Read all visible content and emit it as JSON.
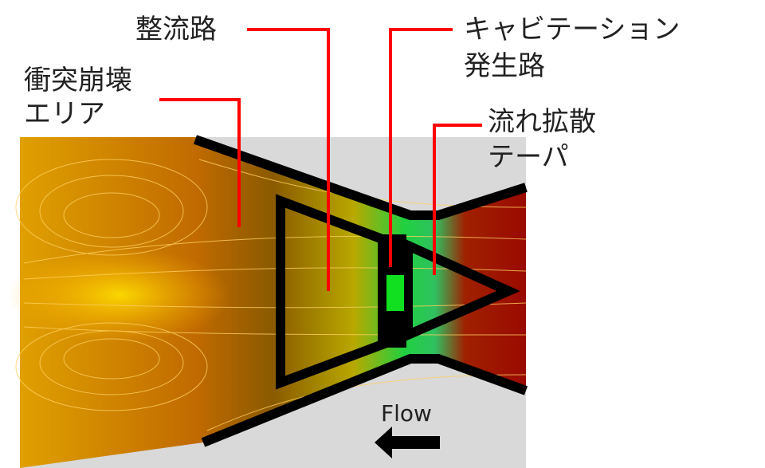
{
  "labels": {
    "rectifier": "整流路",
    "collision_line1": "衝突崩壊",
    "collision_line2": "エリア",
    "cavitation_line1": "キャビテーション",
    "cavitation_line2": "発生路",
    "taper_line1": "流れ拡散",
    "taper_line2": "テーパ"
  },
  "flow": {
    "label": "Flow",
    "direction": "left"
  },
  "colors": {
    "leader": "#ff0000",
    "outline": "#000000",
    "background": "#d9d9d9"
  }
}
